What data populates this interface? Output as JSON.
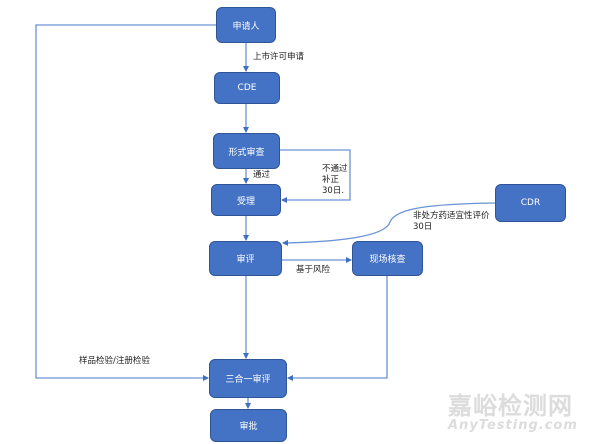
{
  "diagram": {
    "nodes": {
      "applicant": "申请人",
      "cde": "CDE",
      "formal_review": "形式审查",
      "acceptance": "受理",
      "review": "审评",
      "site_inspection": "现场核查",
      "cdr": "CDR",
      "three_in_one_review": "三合一审评",
      "approval": "审批"
    },
    "edge_labels": {
      "marketing_application": "上市许可申请",
      "passed": "通过",
      "not_passed": "不通过\n补正\n30日.",
      "otc_evaluation": "非处方药适宜性评价\n30日",
      "risk_based": "基于风险",
      "sample_testing": "样品检验/注册检验"
    },
    "colors": {
      "node_fill": "#4472c4",
      "node_border": "#2f5597",
      "connector": "#5b87d0"
    }
  },
  "watermark": {
    "text_cn": "嘉峪检测网",
    "text_en": "AnyTesting.com"
  }
}
